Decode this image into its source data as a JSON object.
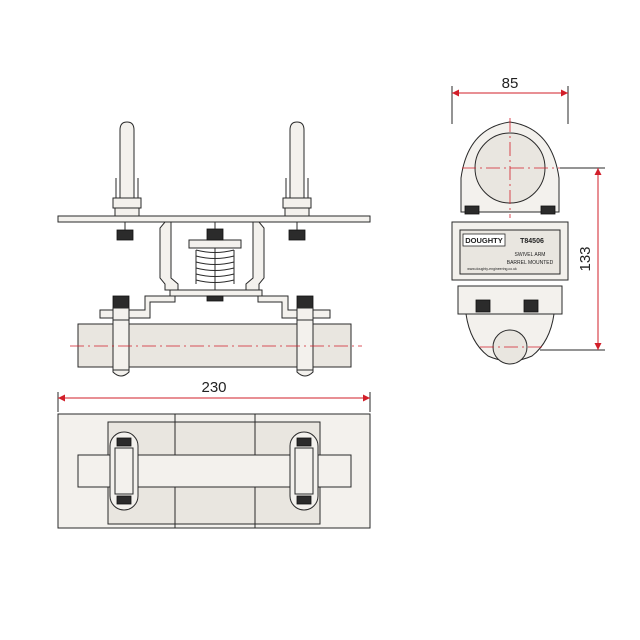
{
  "dimensions": {
    "width_top": "85",
    "height_side": "133",
    "length_bottom": "230"
  },
  "plate_label": {
    "brand": "DOUGHTY",
    "code": "T84506",
    "line1": "SWIVEL ARM",
    "line2": "BARREL MOUNTED",
    "url": "www.doughty-engineering.co.uk"
  },
  "colors": {
    "dimension": "#d21f2a",
    "outline": "#2a2a2a",
    "metal": "#f3f1ed"
  }
}
